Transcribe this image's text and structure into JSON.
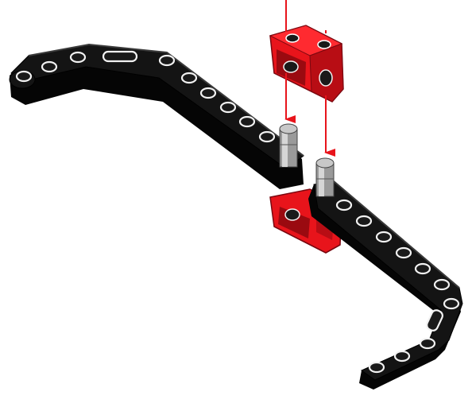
{
  "colors": {
    "background": "#ffffff",
    "beam": "#0d0d0d",
    "beam_edge": "#000000",
    "hole_rim": "#f2f2f2",
    "hole_fill": "#1a1a1a",
    "connector": "#e8141b",
    "connector_dark": "#9a0a10",
    "axle": "#9a9a9a",
    "axle_light": "#d6d6d6",
    "arrow": "#e8141b"
  },
  "parts": {
    "left_beam": "bent-liftarm-black",
    "right_beam": "bent-liftarm-black",
    "top_connector": "double-cross-block-red",
    "bottom_connector": "double-cross-block-red",
    "pins": "axle-pin-gray"
  },
  "arrows": {
    "count": 2,
    "direction": "down"
  }
}
